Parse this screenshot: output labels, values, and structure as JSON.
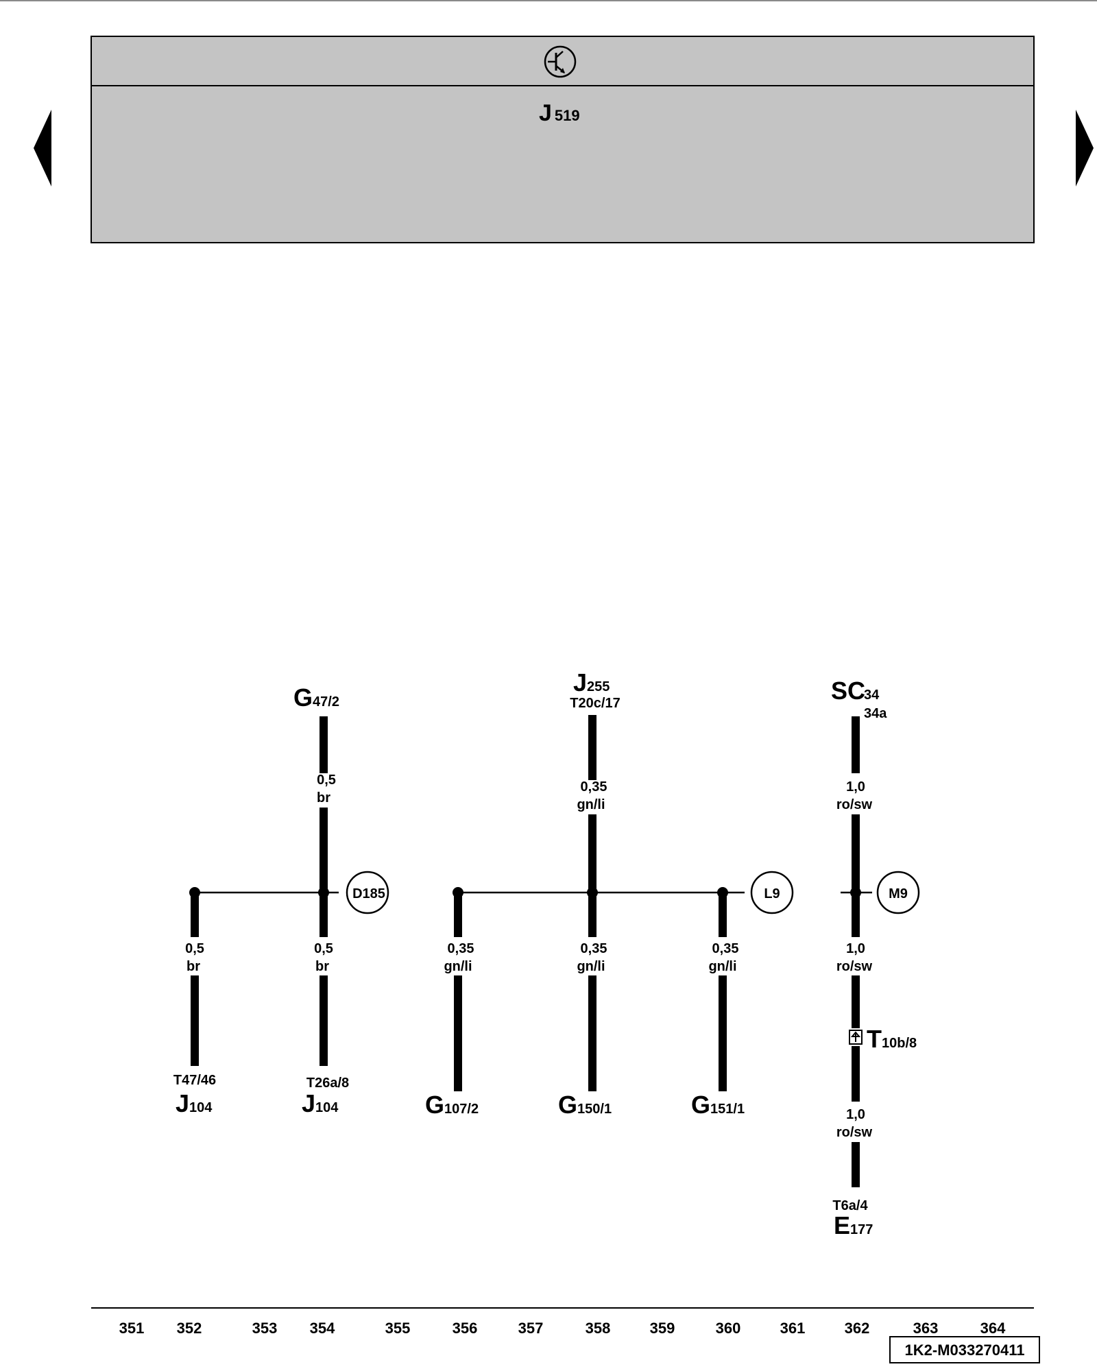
{
  "header": {
    "symbol_icon": "transistor-in-circle-icon",
    "component": {
      "letter": "J",
      "number": "519"
    },
    "fill_color": "#c4c4c4"
  },
  "navigation": {
    "prev_icon": "triangle-left-icon",
    "next_icon": "triangle-right-icon"
  },
  "wires": {
    "g47": {
      "top": {
        "letter": "G",
        "sub": "47/2"
      },
      "gauge": "0,5",
      "color": "br"
    },
    "j255": {
      "top": {
        "letter": "J",
        "sub": "255"
      },
      "pin": "T20c/17",
      "gauge": "0,35",
      "color": "gn/li"
    },
    "sc34": {
      "top": {
        "letter": "SC",
        "sub": "34"
      },
      "pin": "34a",
      "gauge": "1,0",
      "color": "ro/sw"
    }
  },
  "junctions": {
    "d185": "D185",
    "l9": "L9",
    "m9": "M9"
  },
  "branches": [
    {
      "gauge": "0,5",
      "color": "br",
      "pin": "T47/46",
      "end": {
        "letter": "J",
        "sub": "104"
      }
    },
    {
      "gauge": "0,5",
      "color": "br",
      "pin": "T26a/8",
      "end": {
        "letter": "J",
        "sub": "104"
      }
    },
    {
      "gauge": "0,35",
      "color": "gn/li",
      "end": {
        "letter": "G",
        "sub": "107/2"
      }
    },
    {
      "gauge": "0,35",
      "color": "gn/li",
      "end": {
        "letter": "G",
        "sub": "150/1"
      }
    },
    {
      "gauge": "0,35",
      "color": "gn/li",
      "end": {
        "letter": "G",
        "sub": "151/1"
      }
    },
    {
      "gauge": "1,0",
      "color": "ro/sw"
    }
  ],
  "connector_t10b": {
    "letter": "T",
    "sub": "10b/8",
    "icon": "connector-arrow-icon"
  },
  "m9_lower": {
    "gauge": "1,0",
    "color": "ro/sw",
    "pin": "T6a/4",
    "end": {
      "letter": "E",
      "sub": "177"
    }
  },
  "grid_numbers": [
    "351",
    "352",
    "353",
    "354",
    "355",
    "356",
    "357",
    "358",
    "359",
    "360",
    "361",
    "362",
    "363",
    "364"
  ],
  "doc_code": "1K2-M033270411"
}
